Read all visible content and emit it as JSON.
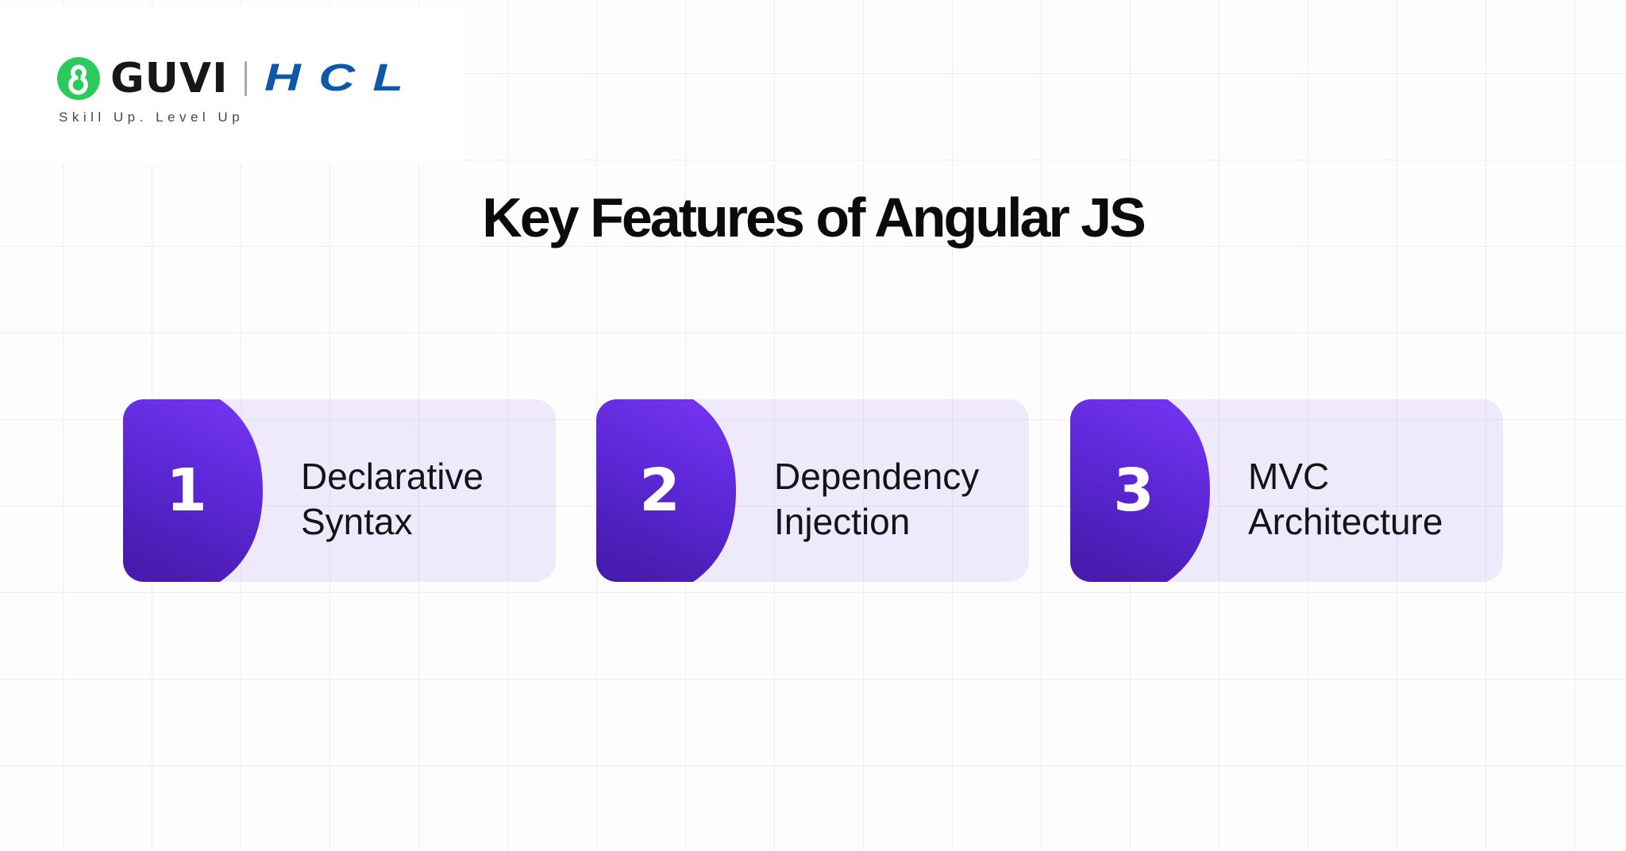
{
  "brand": {
    "logo_mark": "g",
    "name": "GUVI",
    "partner": "HCL",
    "tagline": "Skill Up. Level Up"
  },
  "title": "Key Features of Angular JS",
  "features": [
    {
      "number": "1",
      "label": [
        "Declarative",
        "Syntax"
      ]
    },
    {
      "number": "2",
      "label": [
        "Dependency",
        "Injection"
      ]
    },
    {
      "number": "3",
      "label": [
        "MVC",
        "Architecture"
      ]
    }
  ],
  "colors": {
    "guvi_green": "#2BCA5D",
    "hcl_blue": "#0F57A8",
    "flag_gradient_top": "#7233F0",
    "flag_gradient_mid": "#5A26D2",
    "flag_gradient_bottom": "#471BAD",
    "card_lavender": "#ECE7FA",
    "title_text": "#0B0B0D",
    "label_text": "#141318",
    "grid_line": "#EFEFF1",
    "background": "#FDFDFE",
    "logo_panel": "#FFFFFF"
  }
}
